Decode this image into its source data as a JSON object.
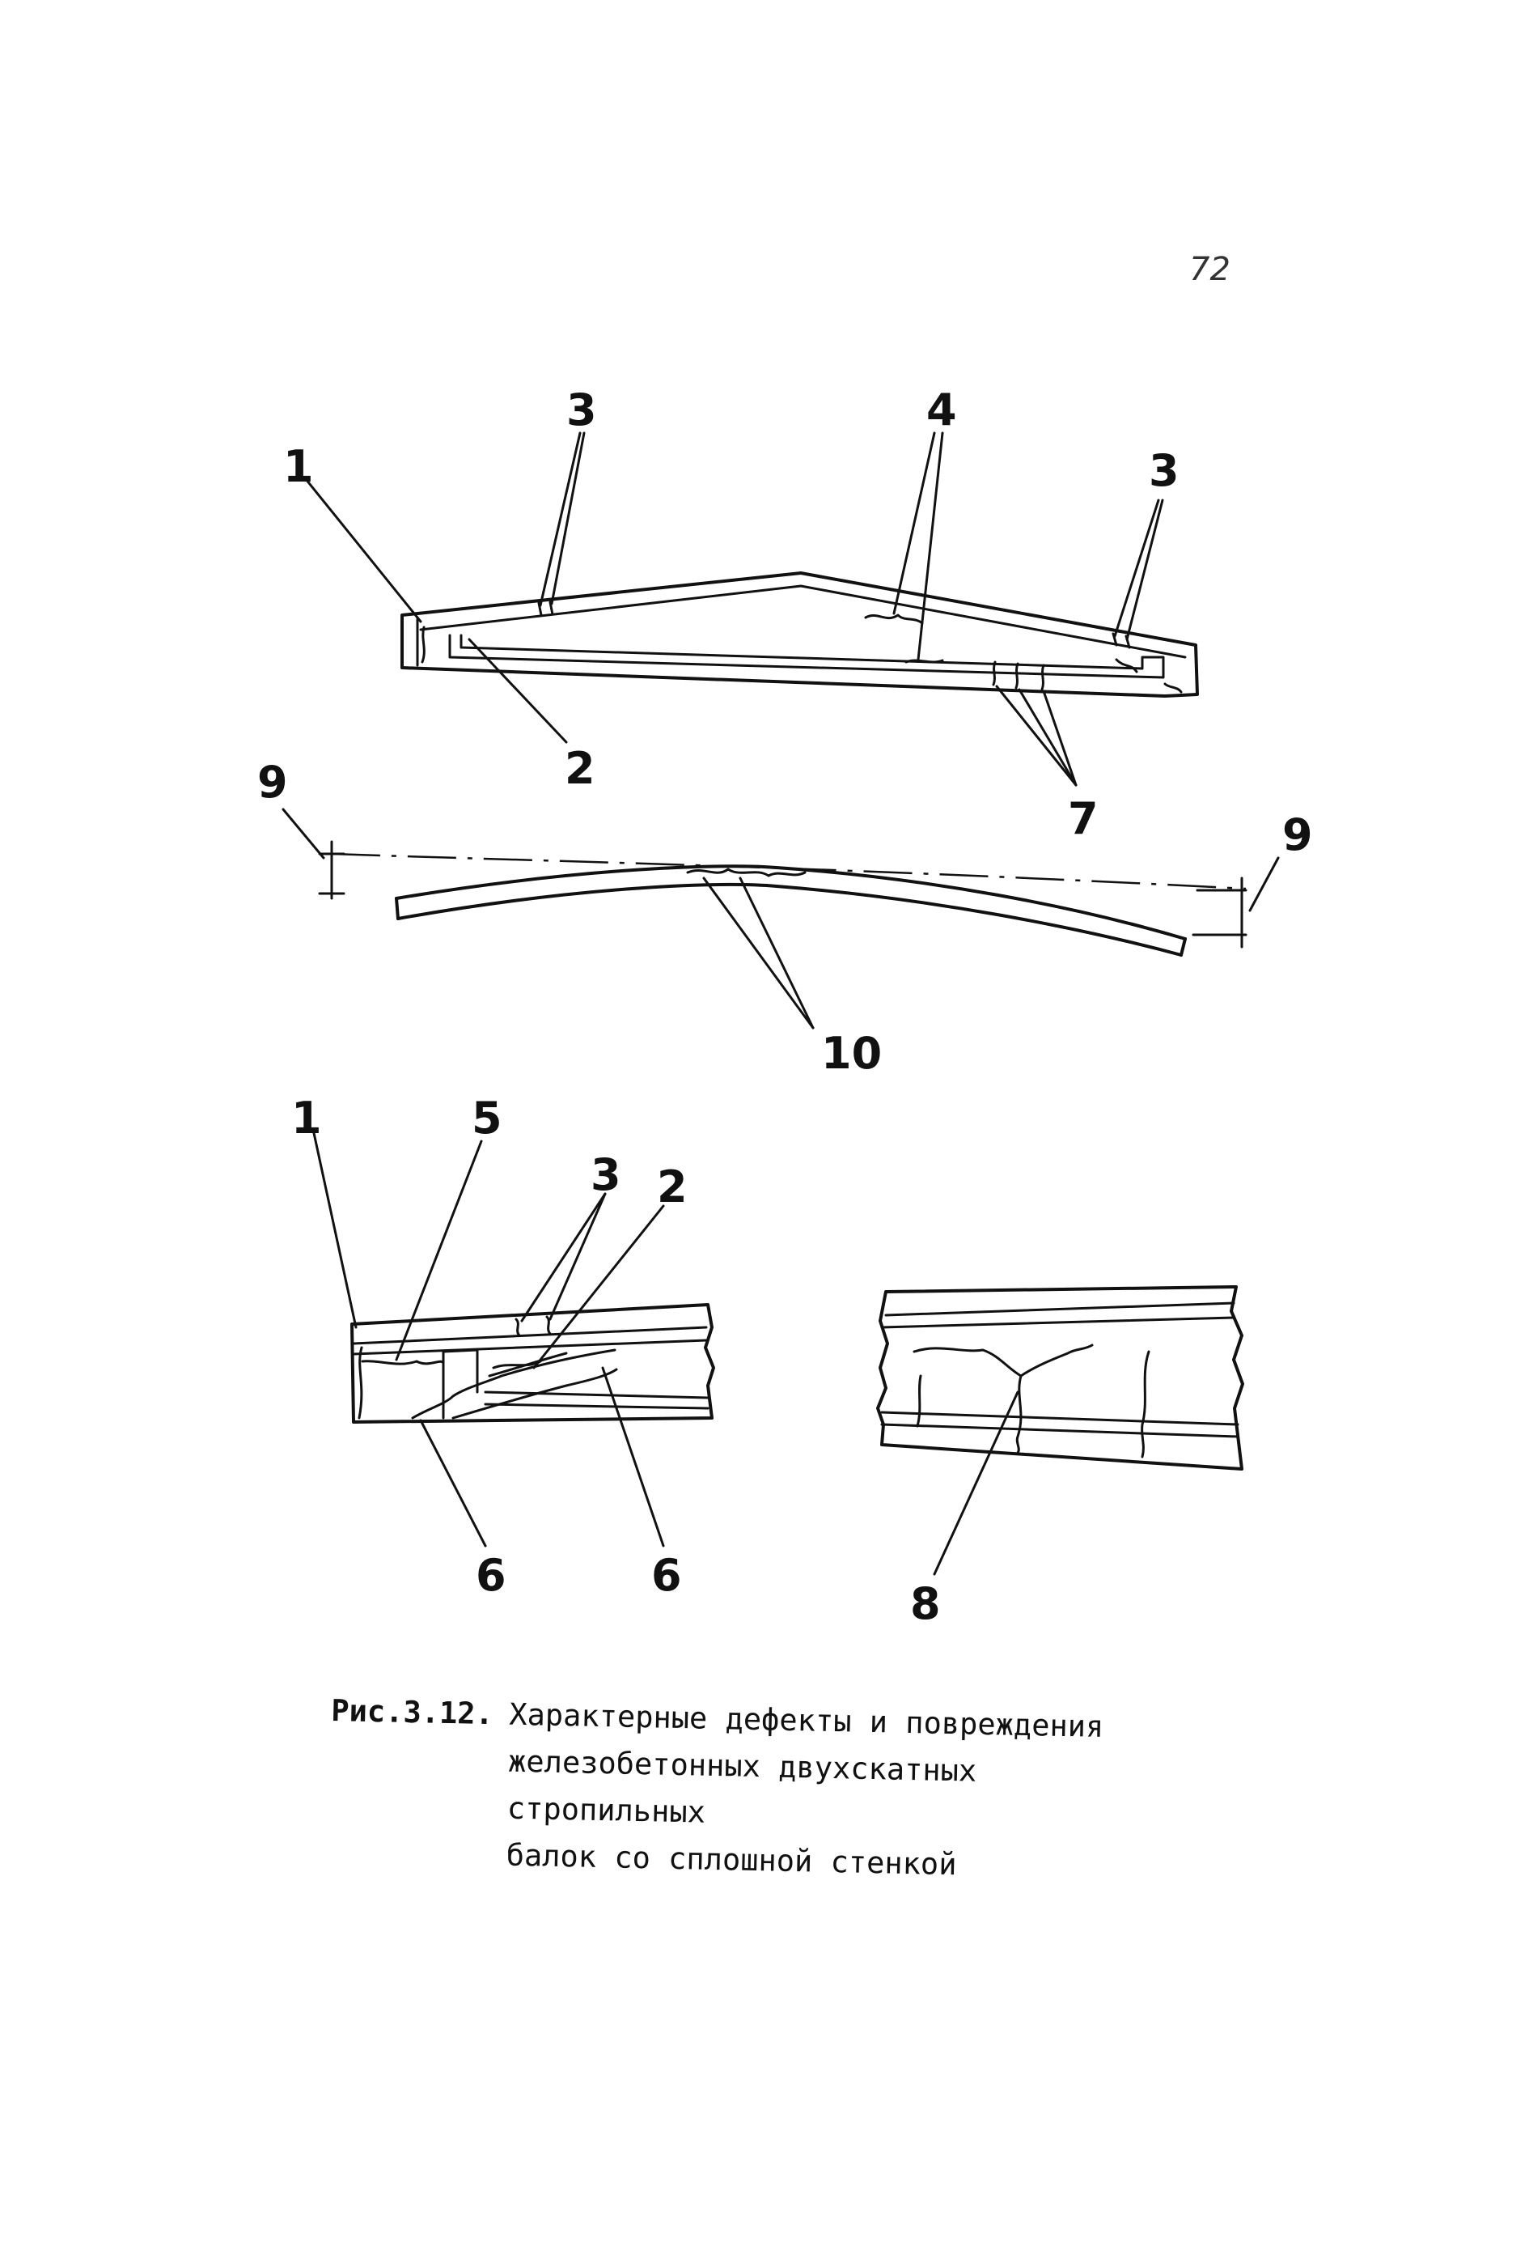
{
  "page": {
    "number": "72"
  },
  "figure": {
    "labels": {
      "top_1": "1",
      "top_2": "2",
      "top_3_left": "3",
      "top_3_right": "3",
      "top_4": "4",
      "top_7": "7",
      "mid_9_left": "9",
      "mid_9_right": "9",
      "mid_10": "10",
      "bottom_1": "1",
      "bottom_5": "5",
      "bottom_3": "3",
      "bottom_2": "2",
      "bottom_6_left": "6",
      "bottom_6_right": "6",
      "bottom_8": "8"
    }
  },
  "caption": {
    "figure_number": "Рис.3.12.",
    "line_1": "Характерные дефекты и повреждения",
    "line_2": "железобетонных двухскатных стропильных",
    "line_3": "балок со сплошной стенкой"
  }
}
